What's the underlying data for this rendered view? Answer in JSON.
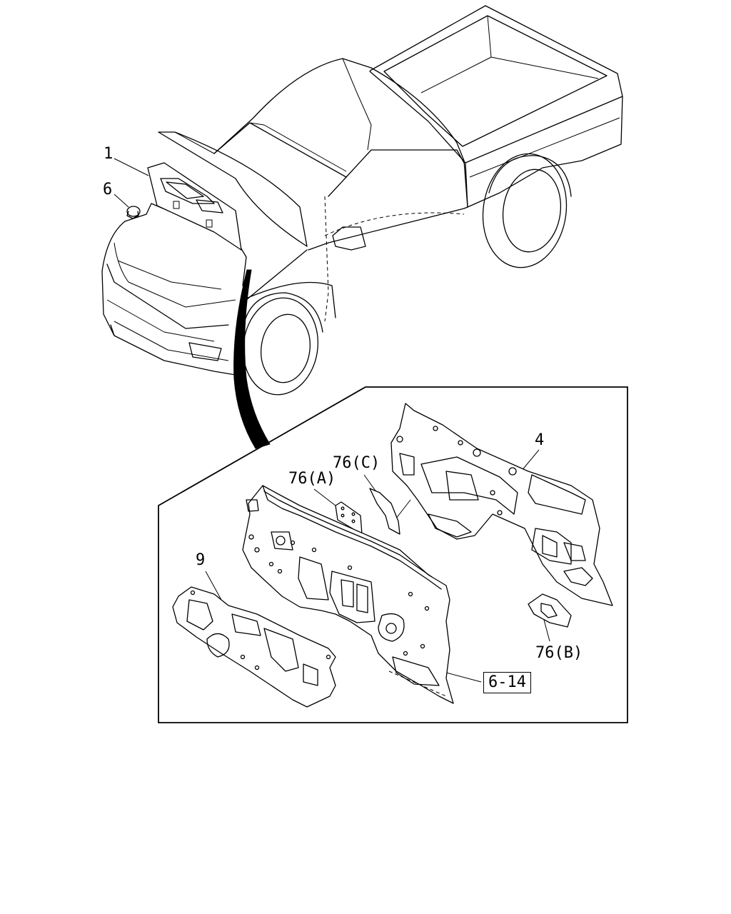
{
  "callouts": {
    "c1": "1",
    "c6": "6",
    "c4": "4",
    "c9": "9",
    "c76a": "76(A)",
    "c76b": "76(B)",
    "c76c": "76(C)",
    "ref": "6-14"
  }
}
